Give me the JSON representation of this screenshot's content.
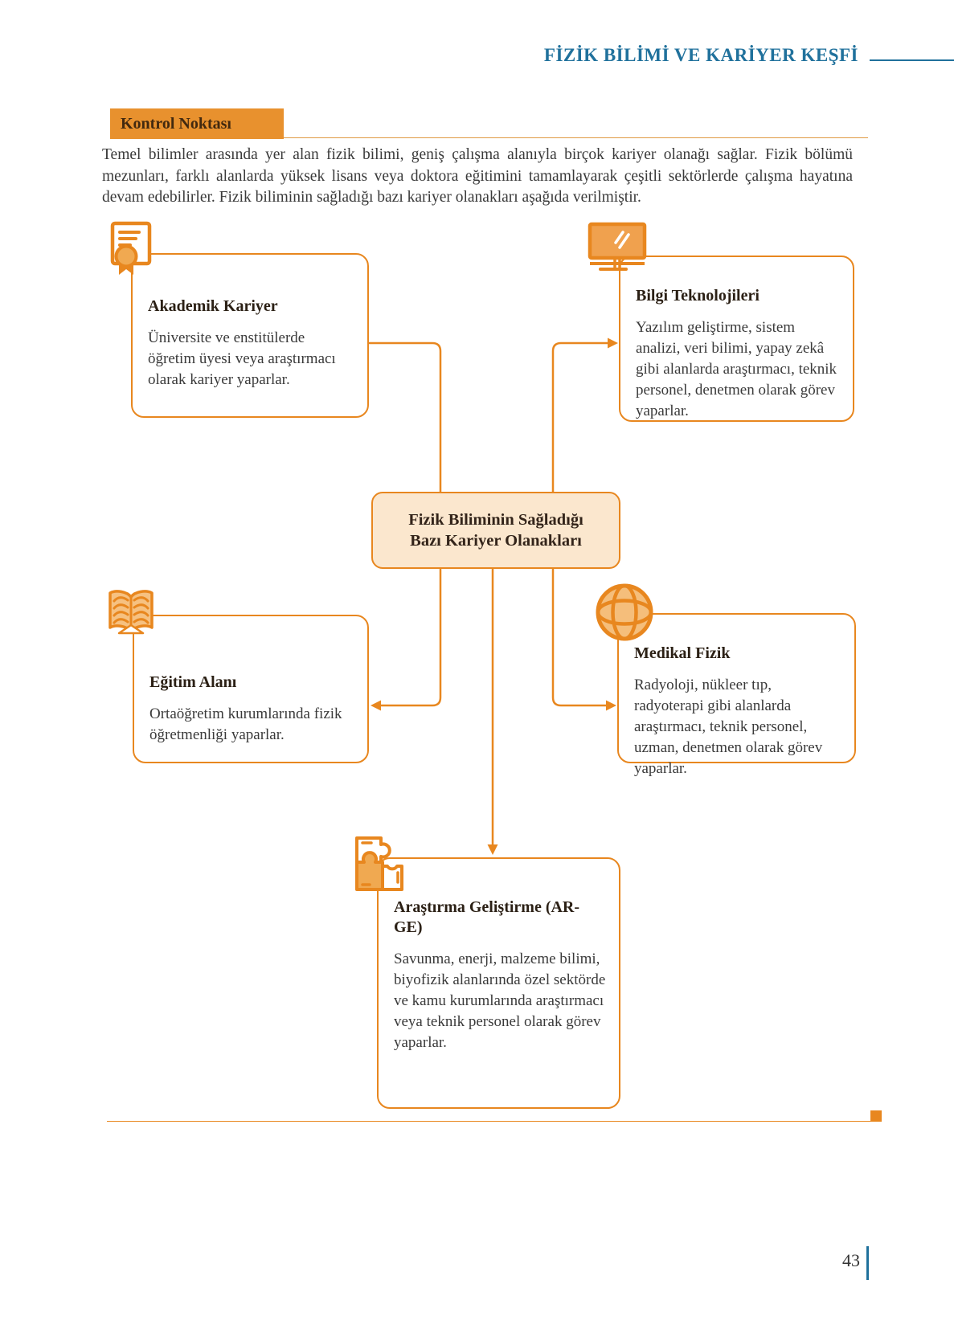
{
  "header": {
    "title": "FİZİK BİLİMİ VE KARİYER KEŞFİ"
  },
  "checkpoint": {
    "label": "Kontrol Noktası"
  },
  "intro": {
    "text": "Temel bilimler arasında yer alan fizik bilimi, geniş çalışma alanıyla birçok kariyer olanağı sağlar. Fizik bölümü mezunları, farklı alanlarda yüksek lisans veya doktora eğitimini tamamlayarak çeşitli sektörlerde çalışma hayatına devam edebilirler. Fizik biliminin sağladığı bazı kariyer olanakları aşağıda verilmiştir."
  },
  "diagram": {
    "center": {
      "title": "Fizik Biliminin Sağladığı Bazı Kariyer Olanakları"
    },
    "nodes": [
      {
        "id": "akademik-kariyer",
        "icon": "certificate-icon",
        "title": "Akademik Kariyer",
        "body": "Üniversite ve enstitülerde öğretim üyesi veya araştırmacı olarak kariyer yaparlar."
      },
      {
        "id": "bilgi-teknolojileri",
        "icon": "monitor-icon",
        "title": "Bilgi Teknolojileri",
        "body": "Yazılım geliştirme, sistem analizi, veri bilimi, yapay zekâ gibi alanlarda araştırmacı, teknik personel, denetmen olarak görev yaparlar."
      },
      {
        "id": "egitim-alani",
        "icon": "book-icon",
        "title": "Eğitim Alanı",
        "body": "Ortaöğretim kurumlarında fizik öğretmenliği yaparlar."
      },
      {
        "id": "medikal-fizik",
        "icon": "globe-icon",
        "title": "Medikal Fizik",
        "body": "Radyoloji, nükleer tıp, radyoterapi gibi alanlarda araştırmacı, teknik personel, uzman, denetmen olarak görev yaparlar."
      },
      {
        "id": "arastirma-gelistirme",
        "icon": "puzzle-icon",
        "title": "Araştırma Geliştirme (AR-GE)",
        "body": "Savunma, enerji, malzeme bilimi, biyofizik alanlarında özel sektörde ve kamu kurumlarında araştırmacı veya teknik personel olarak görev yaparlar."
      }
    ]
  },
  "footer": {
    "page_number": "43"
  },
  "colors": {
    "accent_orange": "#E8871F",
    "checkpoint_background": "#E8912E",
    "center_node_fill": "#FBE7CE",
    "icon_fill_medium": "#F0A951",
    "icon_fill_light": "#F5BE7B",
    "header_teal": "#20719C",
    "body_text": "#3A3A3A"
  }
}
